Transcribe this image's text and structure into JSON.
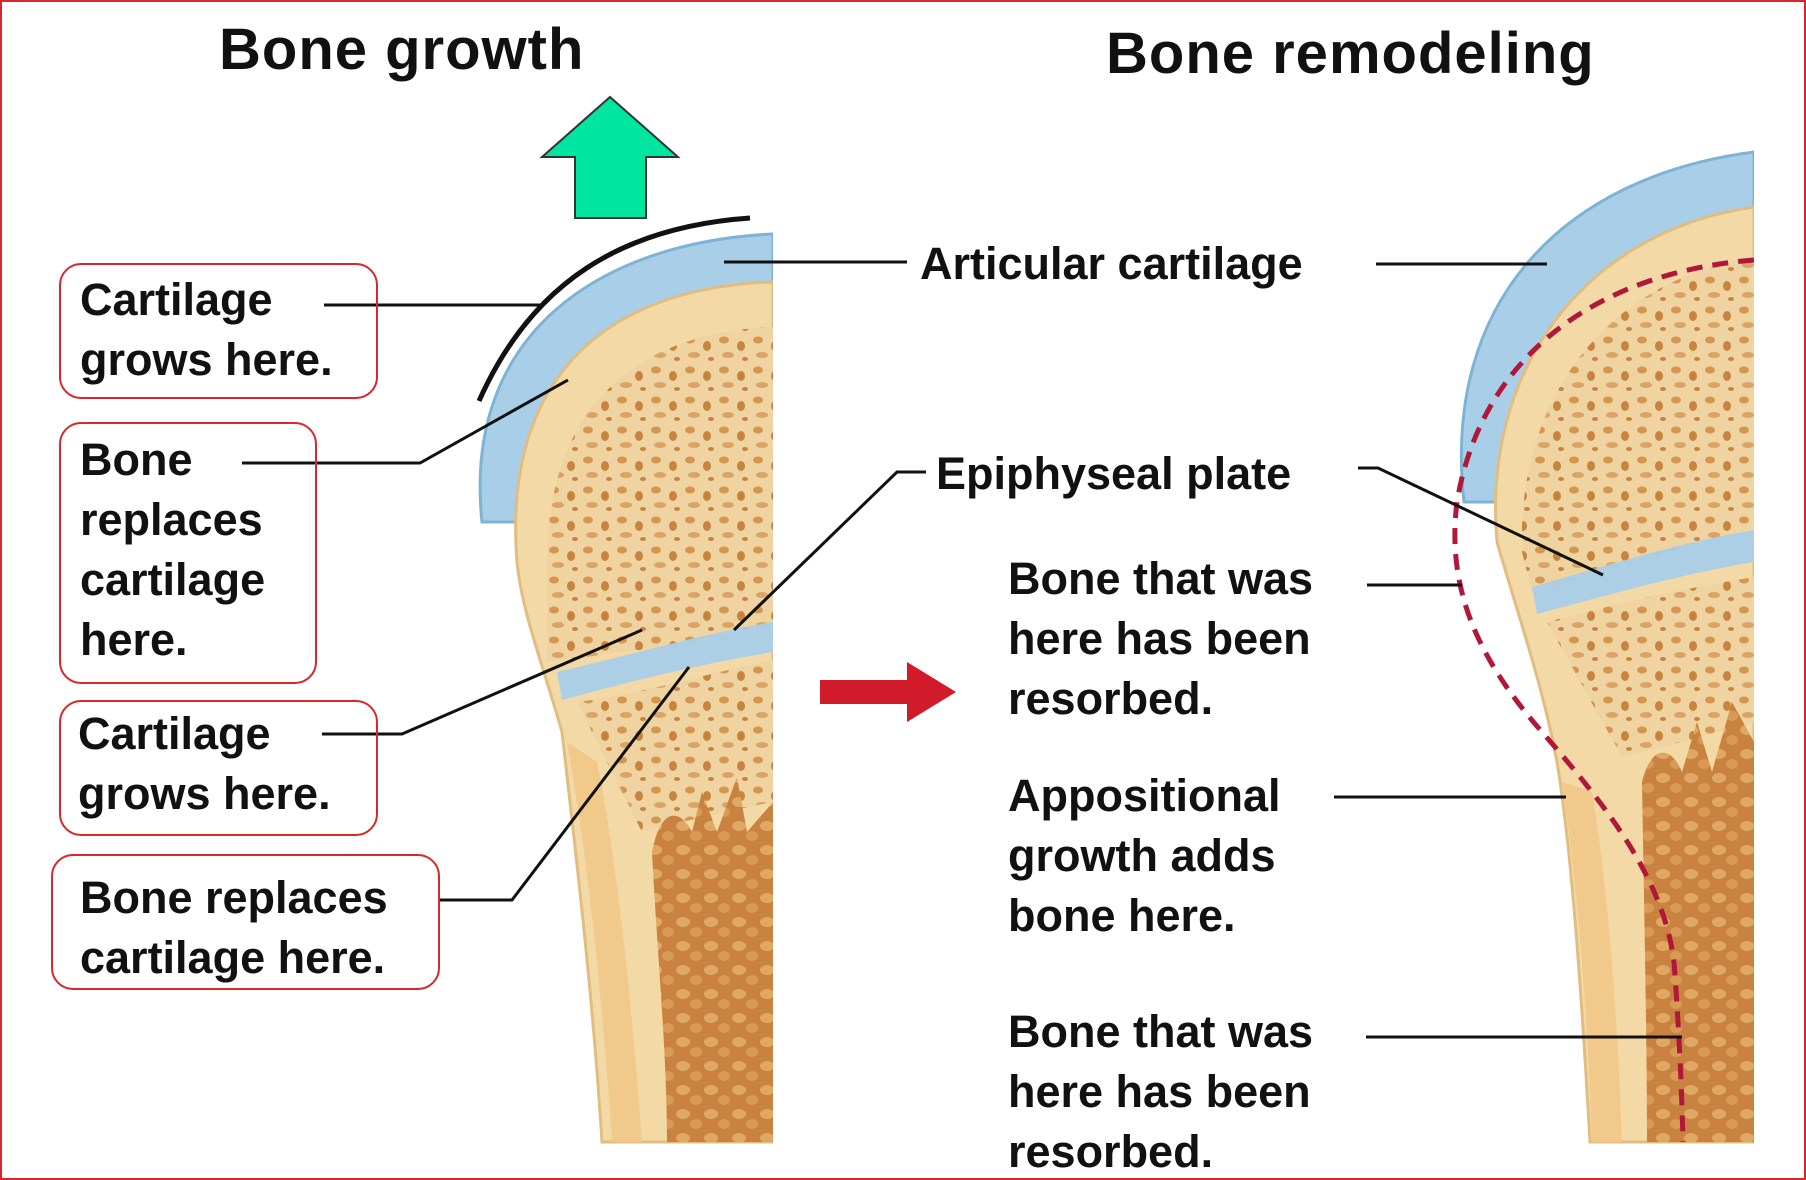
{
  "titles": {
    "growth": "Bone growth",
    "remodeling": "Bone remodeling"
  },
  "growth_labels": {
    "cartilage_top": [
      "Cartilage",
      "grows here."
    ],
    "bone_replaces_top": [
      "Bone",
      "replaces",
      "cartilage",
      "here."
    ],
    "cartilage_plate": [
      "Cartilage",
      "grows here."
    ],
    "bone_replaces_bottom": [
      "Bone replaces",
      "cartilage here."
    ]
  },
  "remodeling_labels": {
    "articular": "Articular cartilage",
    "epiphyseal": "Epiphyseal plate",
    "resorbed_top": [
      "Bone that was",
      "here has been",
      "resorbed."
    ],
    "appositional": [
      "Appositional",
      "growth adds",
      "bone here."
    ],
    "resorbed_bottom": [
      "Bone that was",
      "here has been",
      "resorbed."
    ]
  },
  "colors": {
    "frame": "#d9262b",
    "growth_arrow": "#00e6a1",
    "transition_arrow": "#d11a2a",
    "cartilage": "#a9cfe8",
    "bone": "#f3d9a6",
    "spongy_bone": "#d99c55",
    "resorption_line": "#b0183a"
  }
}
